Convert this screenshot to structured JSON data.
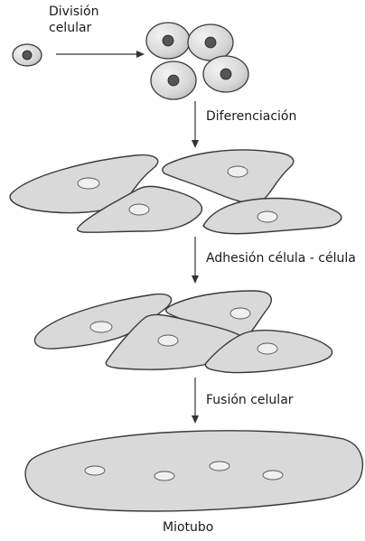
{
  "labels": {
    "division_line1": "División",
    "division_line2": "celular",
    "diferenciacion": "Diferenciación",
    "adhesion": "Adhesión célula - célula",
    "fusion": "Fusión celular",
    "miotubo": "Miotubo"
  },
  "colors": {
    "cell_fill": "#d9d9d9",
    "outline": "#3a3a3a",
    "nucleus_fill": "#f0f0f0",
    "background": "#ffffff"
  }
}
